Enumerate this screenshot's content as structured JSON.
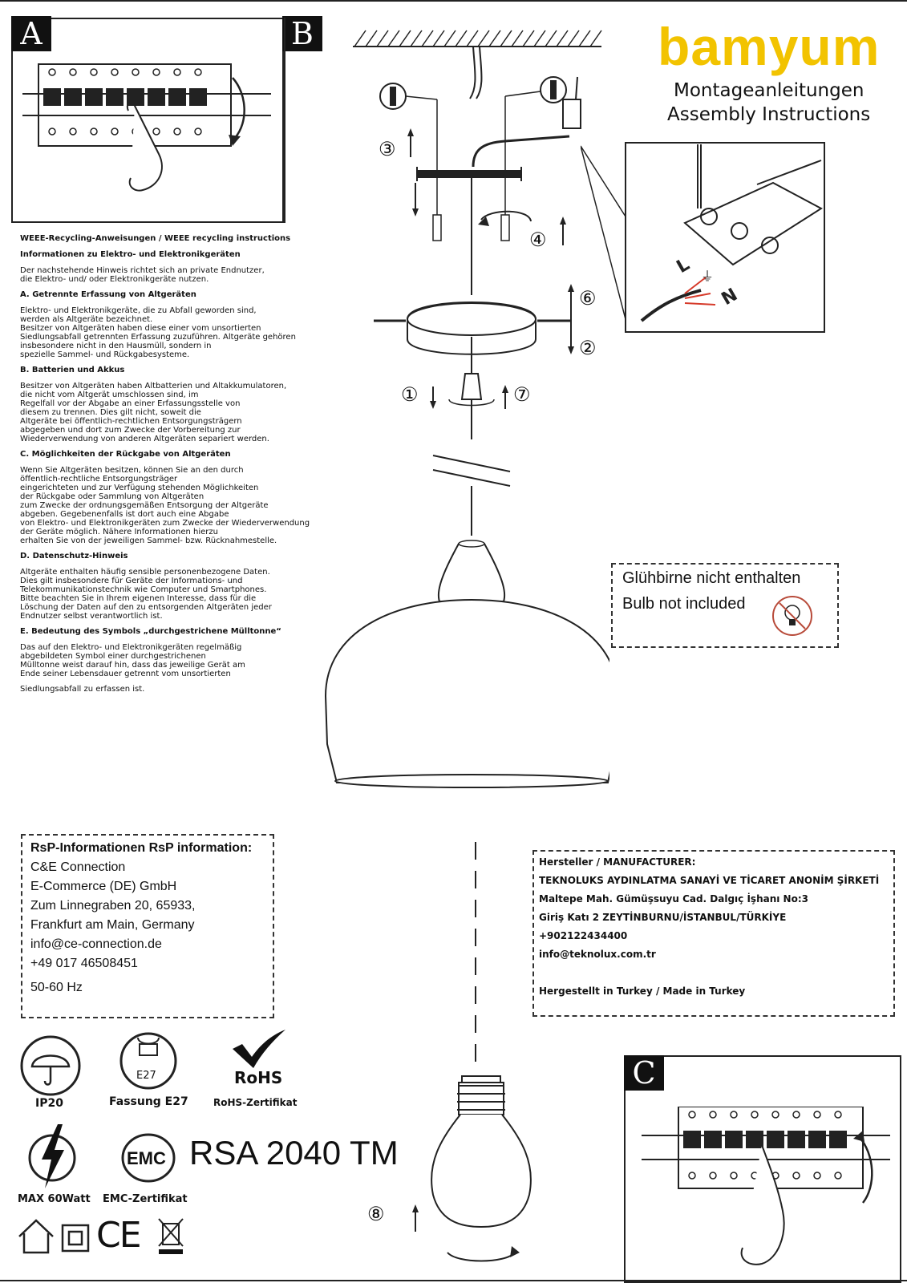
{
  "panels": {
    "a": "A",
    "b": "B",
    "c": "C"
  },
  "brand": {
    "logo": "bamyum",
    "subtitle_de": "Montageanleitungen",
    "subtitle_en": "Assembly Instructions",
    "logo_color": "#f2c300"
  },
  "weee": {
    "title": "WEEE-Recycling-Anweisungen / WEEE recycling instructions",
    "subtitle": "Informationen zu Elektro- und Elektronikgeräten",
    "intro": "Der nachstehende Hinweis richtet sich an private Endnutzer,\n die Elektro- und/ oder Elektronikgeräte nutzen.",
    "sections": [
      {
        "heading": "A. Getrennte Erfassung von Altgeräten",
        "text": "Elektro- und Elektronikgeräte, die zu Abfall geworden sind,\n werden als Altgeräte bezeichnet.\nBesitzer von Altgeräten haben diese einer vom unsortierten\nSiedlungsabfall getrennten Erfassung zuzuführen. Altgeräte gehören\ninsbesondere nicht in den Hausmüll, sondern in\nspezielle Sammel- und Rückgabesysteme."
      },
      {
        "heading": "B. Batterien und Akkus",
        "text": "Besitzer von Altgeräten haben Altbatterien und Altakkumulatoren,\n die nicht vom Altgerät umschlossen sind, im\nRegelfall vor der Abgabe an einer Erfassungsstelle von\ndiesem zu trennen. Dies gilt nicht, soweit die\nAltgeräte bei öffentlich-rechtlichen Entsorgungsträgern\nabgegeben und dort zum Zwecke der Vorbereitung zur\nWiederverwendung von anderen Altgeräten separiert werden."
      },
      {
        "heading": "C. Möglichkeiten der Rückgabe von Altgeräten",
        "text": "Wenn Sie Altgeräten besitzen, können Sie an den durch\nöffentlich-rechtliche Entsorgungsträger\neingerichteten und zur Verfügung stehenden Möglichkeiten\nder Rückgabe oder Sammlung von Altgeräten\n zum Zwecke der ordnungsgemäßen Entsorgung der Altgeräte\nabgeben. Gegebenenfalls ist dort auch eine Abgabe\n von Elektro- und Elektronikgeräten zum Zwecke der Wiederverwendung\nder Geräte möglich. Nähere Informationen hierzu\nerhalten Sie von der jeweiligen Sammel- bzw. Rücknahmestelle."
      },
      {
        "heading": "D. Datenschutz-Hinweis",
        "text": "Altgeräte enthalten häufig sensible personenbezogene Daten.\nDies gilt insbesondere für Geräte der Informations- und\nTelekommunikationstechnik wie Computer und Smartphones.\n Bitte beachten Sie in Ihrem eigenen Interesse, dass für die\nLöschung der Daten auf den zu entsorgenden Altgeräten jeder\nEndnutzer selbst verantwortlich ist."
      },
      {
        "heading": "E. Bedeutung des Symbols „durchgestrichene Mülltonne“",
        "text": "Das auf den Elektro- und Elektronikgeräten regelmäßig\n abgebildeten Symbol einer durchgestrichenen\nMülltonne weist darauf hin, dass das jeweilige Gerät am\nEnde seiner Lebensdauer getrennt vom unsortierten"
      }
    ],
    "closing": "Siedlungsabfall zu erfassen ist."
  },
  "steps": [
    "①",
    "②",
    "③",
    "④",
    "⑥",
    "⑦",
    "⑧"
  ],
  "wiring_labels": {
    "live": "L",
    "neutral": "N",
    "earth": "⏚"
  },
  "bulb_note": {
    "de": "Glühbirne nicht enthalten",
    "en": "Bulb not included"
  },
  "rsp": {
    "title": "RsP-Informationen RsP information:",
    "lines": [
      "C&E Connection",
      "E-Commerce (DE) GmbH",
      "Zum Linnegraben 20, 65933,",
      "Frankfurt am Main, Germany",
      "info@ce-connection.de",
      "+49 017 46508451",
      "50-60 Hz"
    ]
  },
  "manufacturer": {
    "title": "Hersteller / MANUFACTURER:",
    "lines": [
      "TEKNOLUKS AYDINLATMA SANAYİ VE TİCARET ANONİM ŞİRKETİ",
      "Maltepe Mah. Gümüşsuyu Cad. Dalgıç İşhanı No:3",
      "Giriş Katı 2 ZEYTİNBURNU/İSTANBUL/TÜRKİYE",
      "+902122434400",
      "info@teknolux.com.tr",
      "",
      "Hergestellt in Turkey / Made in Turkey"
    ]
  },
  "certs": {
    "ip20": "IP20",
    "socket_badge": "E27",
    "socket": "Fassung E27",
    "rohs_badge": "RoHS",
    "rohs": "RoHS-Zertifikat",
    "emc_badge": "EMC",
    "emc": "EMC-Zertifikat",
    "max_watt": "MAX 60Watt",
    "model": "RSA 2040 TM",
    "ce_mark": "CE"
  }
}
